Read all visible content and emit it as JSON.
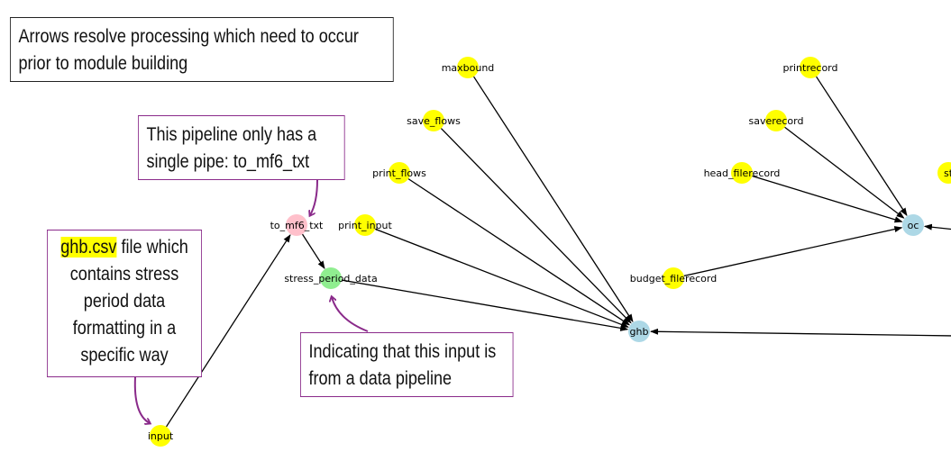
{
  "nodes": [
    {
      "id": "maxbound",
      "label": "maxbound",
      "color": "#ffff00"
    },
    {
      "id": "save_flows",
      "label": "save_flows",
      "color": "#ffff00"
    },
    {
      "id": "print_flows",
      "label": "print_flows",
      "color": "#ffff00"
    },
    {
      "id": "print_input",
      "label": "print_input",
      "color": "#ffff00"
    },
    {
      "id": "to_mf6_txt",
      "label": "to_mf6_txt",
      "color": "#ffc0cb"
    },
    {
      "id": "stress_period_data",
      "label": "stress_period_data",
      "color": "#90ee90"
    },
    {
      "id": "input",
      "label": "input",
      "color": "#ffff00"
    },
    {
      "id": "ghb",
      "label": "ghb",
      "color": "#add8e6"
    },
    {
      "id": "printrecord",
      "label": "printrecord",
      "color": "#ffff00"
    },
    {
      "id": "saverecord",
      "label": "saverecord",
      "color": "#ffff00"
    },
    {
      "id": "head_filerecord",
      "label": "head_filerecord",
      "color": "#ffff00"
    },
    {
      "id": "budget_filerecord",
      "label": "budget_filerecord",
      "color": "#ffff00"
    },
    {
      "id": "oc",
      "label": "oc",
      "color": "#add8e6"
    },
    {
      "id": "partial_right",
      "label": "st",
      "color": "#ffff00"
    }
  ],
  "edges": [
    [
      "maxbound",
      "ghb"
    ],
    [
      "save_flows",
      "ghb"
    ],
    [
      "print_flows",
      "ghb"
    ],
    [
      "print_input",
      "ghb"
    ],
    [
      "stress_period_data",
      "ghb"
    ],
    [
      "to_mf6_txt",
      "stress_period_data"
    ],
    [
      "input",
      "to_mf6_txt"
    ],
    [
      "printrecord",
      "oc"
    ],
    [
      "saverecord",
      "oc"
    ],
    [
      "head_filerecord",
      "oc"
    ],
    [
      "budget_filerecord",
      "oc"
    ],
    [
      "offscreen_right_oc",
      "oc"
    ],
    [
      "offscreen_right_ghb",
      "ghb"
    ]
  ],
  "annotations": {
    "arrows_note": "Arrows resolve processing which need to occur prior to module building",
    "pipeline_note": "This pipeline only has a single pipe: to_mf6_txt",
    "csv_note_highlight": "ghb.csv",
    "csv_note_rest": " file which contains stress period data formatting in a specific way",
    "data_pipeline_note": "Indicating that this input is from a data pipeline"
  },
  "colors": {
    "edge": "#000000",
    "callout_arrow": "#8a2a8a",
    "callout_border": "#8a2a8a"
  }
}
